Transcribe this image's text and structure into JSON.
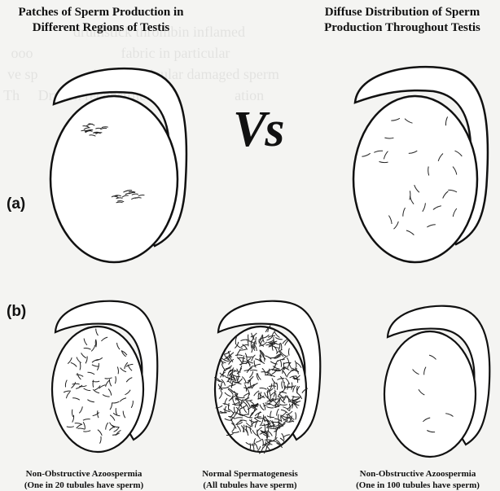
{
  "titles": {
    "left": [
      "Patches of Sperm Production in",
      "Different Regions of Testis"
    ],
    "right": [
      "Diffuse Distribution of Sperm",
      "Production Throughout Testis"
    ]
  },
  "vs_label": "Vs",
  "panel_labels": {
    "a": "(a)",
    "b": "(b)"
  },
  "captions": {
    "left": [
      "Non-Obstructive Azoospermia",
      "(One in 20 tubules have sperm)"
    ],
    "middle": [
      "Normal Spermatogenesis",
      "(All tubules have sperm)"
    ],
    "right": [
      "Non-Obstructive Azoospermia",
      "(One in 100 tubules have sperm)"
    ]
  }
}
